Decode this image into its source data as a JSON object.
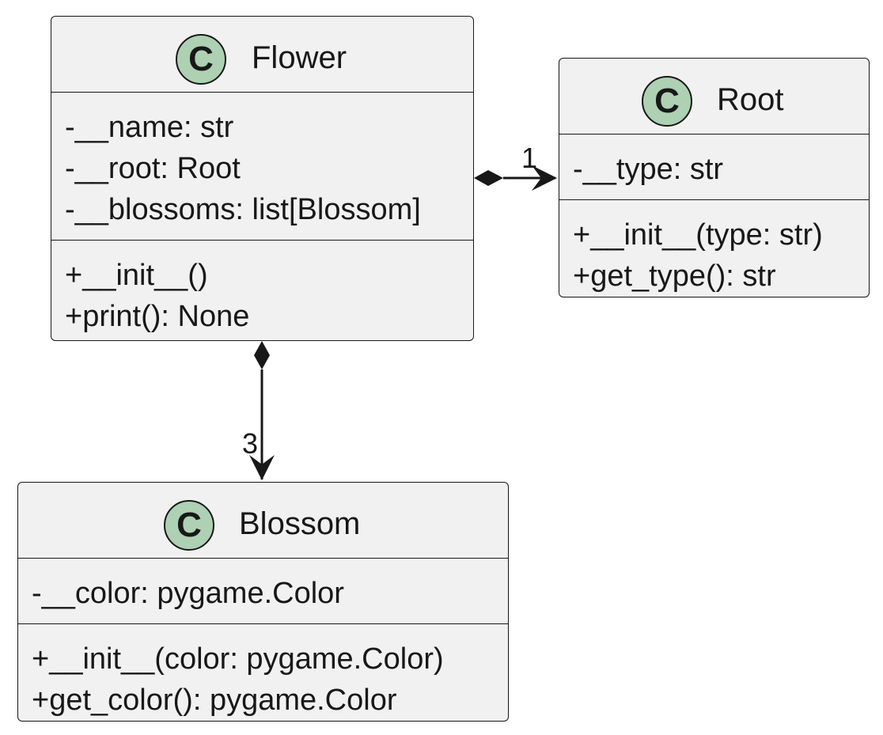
{
  "diagram": {
    "classes": [
      {
        "id": "flower",
        "stereotype_icon": "C",
        "name": "Flower",
        "fields": [
          "-__name: str",
          "-__root: Root",
          "-__blossoms: list[Blossom]"
        ],
        "methods": [
          "+__init__()",
          "+print(): None"
        ]
      },
      {
        "id": "root",
        "stereotype_icon": "C",
        "name": "Root",
        "fields": [
          "-__type: str"
        ],
        "methods": [
          "+__init__(type: str)",
          "+get_type(): str"
        ]
      },
      {
        "id": "blossom",
        "stereotype_icon": "C",
        "name": "Blossom",
        "fields": [
          "-__color: pygame.Color"
        ],
        "methods": [
          "+__init__(color: pygame.Color)",
          "+get_color(): pygame.Color"
        ]
      }
    ],
    "relations": [
      {
        "from": "Flower",
        "to": "Root",
        "kind": "composition",
        "multiplicity": "1"
      },
      {
        "from": "Flower",
        "to": "Blossom",
        "kind": "composition",
        "multiplicity": "3"
      }
    ],
    "colors": {
      "box_fill": "#f1f1f1",
      "border": "#181818",
      "badge_fill": "#add1b2"
    }
  }
}
